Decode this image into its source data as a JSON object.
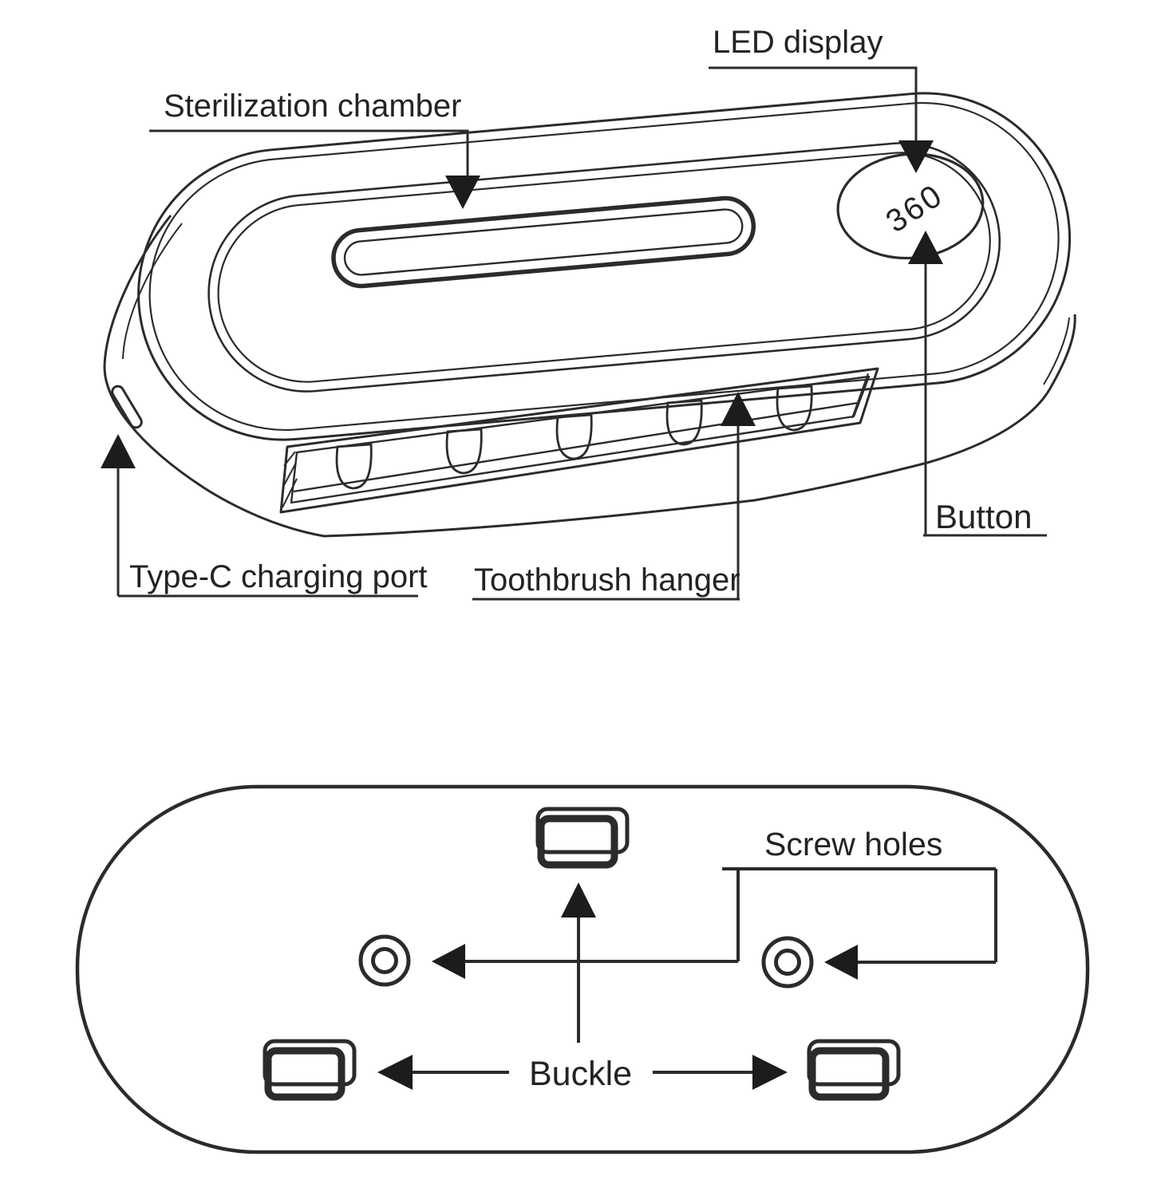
{
  "labels": {
    "sterilization_chamber": "Sterilization chamber",
    "led_display": "LED display",
    "button": "Button",
    "type_c_port": "Type-C charging port",
    "toothbrush_hanger": "Toothbrush hanger",
    "screw_holes": "Screw holes",
    "buckle": "Buckle"
  },
  "led_display_text": "360",
  "counts": {
    "hanger_slots": 5,
    "screw_holes": 2,
    "buckles": 3
  },
  "colors": {
    "line": "#2b2b2b",
    "led_text": "#4a4a4a",
    "background": "#ffffff"
  }
}
